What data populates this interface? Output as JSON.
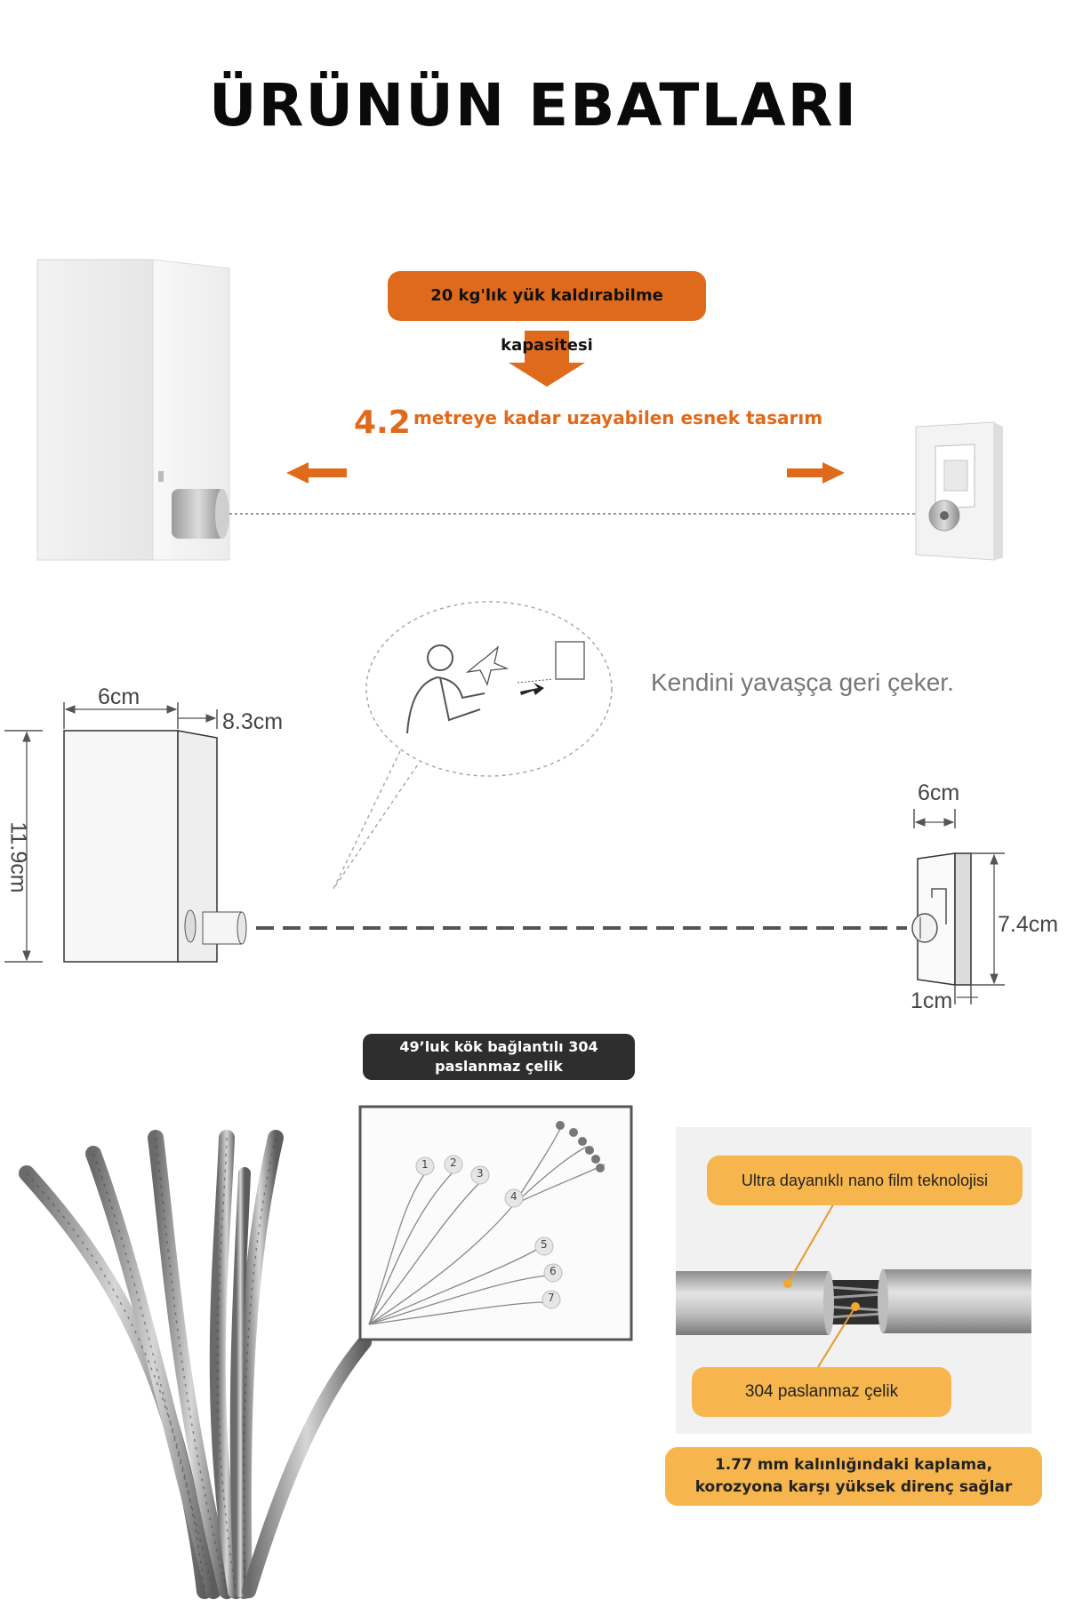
{
  "title": "ÜRÜNÜN EBATLARI",
  "top": {
    "capacity_label": "20 kg'lık yük kaldırabilme kapasitesi",
    "extend_number": "4.2",
    "extend_text": "metreye kadar uzayabilen esnek tasarım"
  },
  "middle": {
    "retract_text": "Kendini yavaşça geri çeker.",
    "dims": {
      "box_width": "6cm",
      "box_depth": "8.3cm",
      "box_height": "11.9cm",
      "hook_width": "6cm",
      "hook_height": "7.4cm",
      "hook_depth": "1cm"
    }
  },
  "bottom": {
    "steel_label": "49’luk kök bağlantılı 304 paslanmaz çelik",
    "strand_numbers": [
      "1",
      "2",
      "3",
      "4",
      "5",
      "6",
      "7"
    ],
    "nano_label": "Ultra dayanıklı nano film teknolojisi",
    "steel304_label": "304 paslanmaz çelik",
    "coating_label": "1.77 mm kalınlığındaki kaplama, korozyona karşı yüksek direnç sağlar"
  },
  "colors": {
    "accent_orange": "#e06a1c",
    "label_yellow": "#f6b64d",
    "dark_label": "#2e2e2e"
  }
}
